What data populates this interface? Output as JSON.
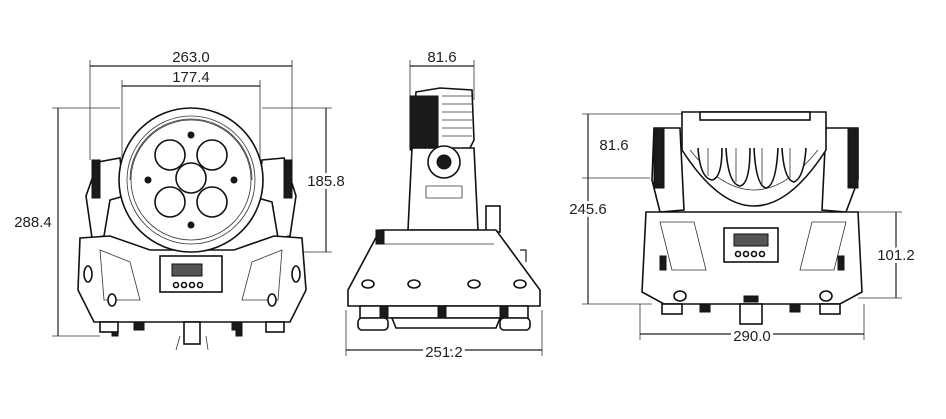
{
  "views": {
    "front": {
      "dim_width": "263.0",
      "dim_lens": "177.4",
      "dim_height": "288.4",
      "dim_head": "185.8"
    },
    "side": {
      "dim_depth": "81.6",
      "dim_base": "251.2"
    },
    "back": {
      "dim_head_depth": "81.6",
      "dim_height": "245.6",
      "dim_base_height": "101.2",
      "dim_width": "290.0"
    }
  },
  "colors": {
    "line": "#222222",
    "fill": "#ffffff",
    "dark": "#1a1a1a"
  }
}
